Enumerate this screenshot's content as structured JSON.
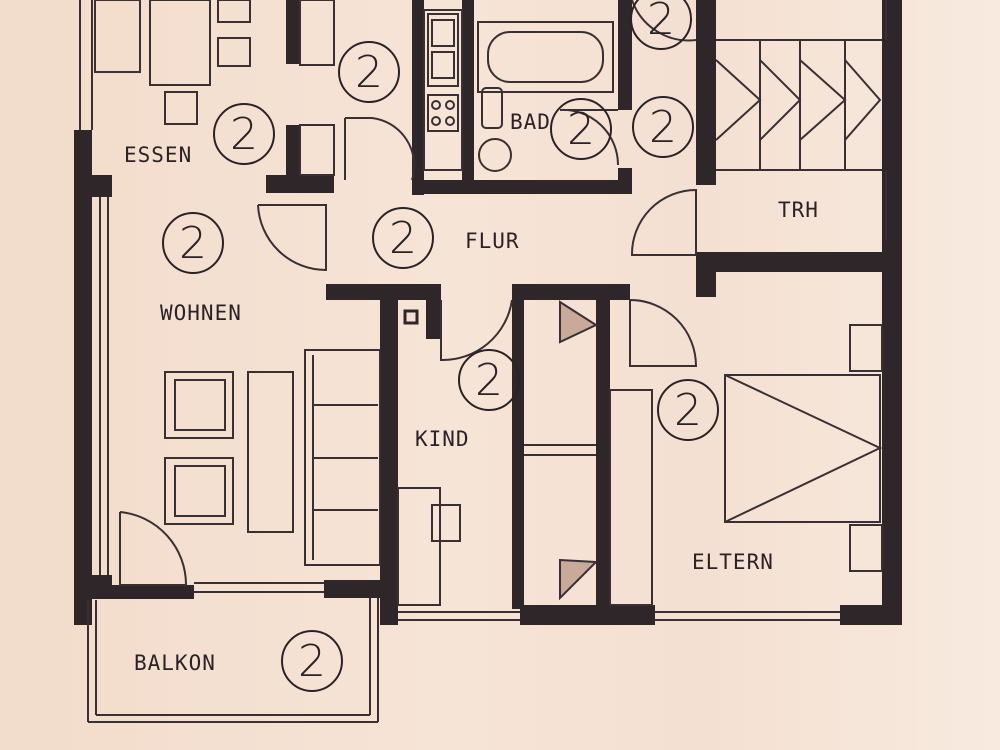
{
  "rooms": {
    "essen": "ESSEN",
    "bad": "BAD",
    "flur": "FLUR",
    "trh": "TRH",
    "wohnen": "WOHNEN",
    "kind": "KIND",
    "eltern": "ELTERN",
    "balkon": "BALKON"
  },
  "marker": "2",
  "colors": {
    "wall": "#2e2629",
    "line": "#3a3034",
    "hatch": "#c9a99a"
  }
}
